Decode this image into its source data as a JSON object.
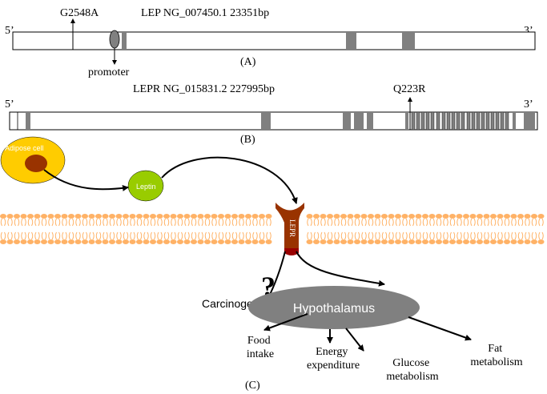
{
  "panel_a": {
    "five_prime": "5’",
    "three_prime": "3’",
    "gene_title": "LEP NG_007450.1 23351bp",
    "snp_label": "G2548A",
    "promoter_label": "promoter",
    "panel_label": "(A)"
  },
  "panel_b": {
    "five_prime": "5’",
    "three_prime": "3’",
    "gene_title": "LEPR NG_015831.2 227995bp",
    "snp_label": "Q223R",
    "panel_label": "(B)"
  },
  "panel_c": {
    "adipose_label": "Adipose cell",
    "leptin_label": "Leptin",
    "receptor_label": "LEPR",
    "question_mark": "?",
    "carcinogenesis": "Carcinogenesis",
    "hypothalamus": "Hypothalamus",
    "food_intake": [
      "Food",
      "intake"
    ],
    "energy_expenditure": [
      "Energy",
      "expenditure"
    ],
    "glucose_metabolism": [
      "Glucose",
      "metabolism"
    ],
    "fat_metabolism": [
      "Fat",
      "metabolism"
    ],
    "panel_label": "(C)"
  },
  "colors": {
    "exon": "#808080",
    "adipose_cell": "#ffcc00",
    "nucleus": "#993300",
    "leptin": "#99cc00",
    "receptor": "#993300",
    "receptor_base": "#990000",
    "membrane": "#ffb266",
    "hypothalamus": "#808080"
  }
}
